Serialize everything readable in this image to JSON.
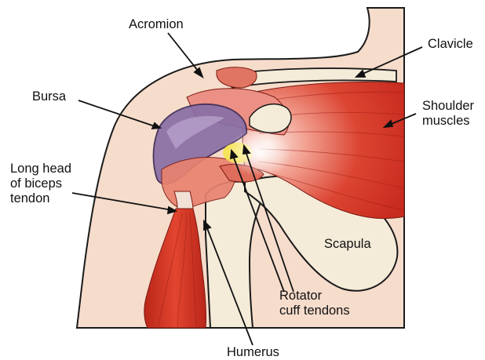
{
  "labels": {
    "acromion": "Acromion",
    "clavicle": "Clavicle",
    "bursa": "Bursa",
    "shoulder_muscles": [
      "Shoulder",
      "muscles"
    ],
    "long_head": [
      "Long head",
      "of biceps",
      "tendon"
    ],
    "scapula": "Scapula",
    "rotator_cuff": [
      "Rotator",
      "cuff tendons"
    ],
    "humerus": "Humerus"
  },
  "colors": {
    "skin": "#f6dccb",
    "skin_light": "#fbeee4",
    "outline": "#1a1a1a",
    "muscle": "#d53b2c",
    "muscle_light": "#ec8f84",
    "bone": "#f4ebd8",
    "bursa": "#8a6fa6",
    "tendon_highlight": "#f5e24a"
  }
}
